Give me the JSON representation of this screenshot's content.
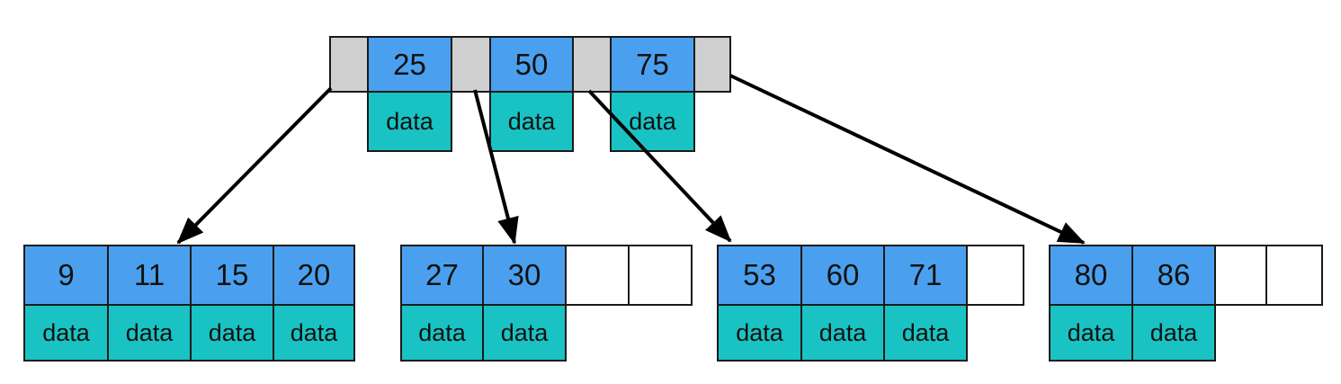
{
  "colors": {
    "key_fill": "#4aa0ee",
    "data_fill": "#19c3c3",
    "pointer_fill": "#cfcfcf",
    "empty_fill": "#ffffff",
    "border": "#1a1a1a",
    "arrow": "#000000"
  },
  "root": {
    "keys": [
      "25",
      "50",
      "75"
    ],
    "data_label": "data"
  },
  "leaves": [
    {
      "keys": [
        "9",
        "11",
        "15",
        "20"
      ],
      "data_label": "data",
      "empty_slots": 0
    },
    {
      "keys": [
        "27",
        "30"
      ],
      "data_label": "data",
      "empty_slots": 2
    },
    {
      "keys": [
        "53",
        "60",
        "71"
      ],
      "data_label": "data",
      "empty_slots": 1
    },
    {
      "keys": [
        "80",
        "86"
      ],
      "data_label": "data",
      "empty_slots": 2
    }
  ]
}
